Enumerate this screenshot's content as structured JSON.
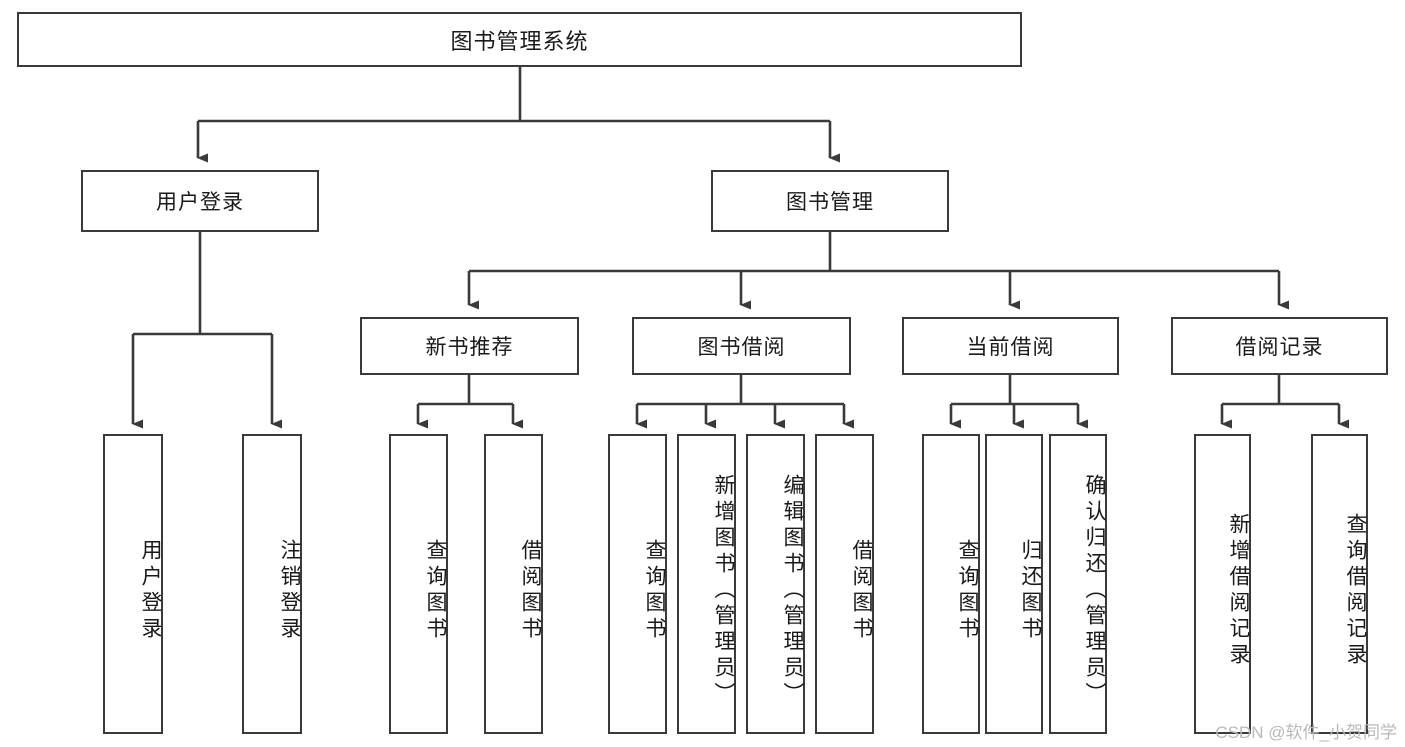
{
  "diagram": {
    "title": "图书管理系统",
    "type": "tree-hierarchy-chart",
    "watermark": "CSDN @软件_小贺同学",
    "colors": {
      "box_border": "#3a3a3a",
      "box_fill": "#ffffff",
      "connector": "#3a3a3a",
      "text": "#1a1a1a",
      "watermark": "#b9b9b9"
    }
  },
  "nodes": {
    "root": {
      "label": "图书管理系统"
    },
    "level2": [
      {
        "label": "用户登录"
      },
      {
        "label": "图书管理"
      }
    ],
    "level3": [
      {
        "label": "新书推荐"
      },
      {
        "label": "图书借阅"
      },
      {
        "label": "当前借阅"
      },
      {
        "label": "借阅记录"
      }
    ],
    "leaves": {
      "user_login": [
        {
          "label": "用户登录"
        },
        {
          "label": "注销登录"
        }
      ],
      "new_book_recommend": [
        {
          "label": "查询图书"
        },
        {
          "label": "借阅图书"
        }
      ],
      "book_borrow": [
        {
          "label": "查询图书"
        },
        {
          "label": "新增图书（管理员）"
        },
        {
          "label": "编辑图书（管理员）"
        },
        {
          "label": "借阅图书"
        }
      ],
      "current_borrow": [
        {
          "label": "查询图书"
        },
        {
          "label": "归还图书"
        },
        {
          "label": "确认归还（管理员）"
        }
      ],
      "borrow_record": [
        {
          "label": "新增借阅记录"
        },
        {
          "label": "查询借阅记录"
        }
      ]
    }
  }
}
